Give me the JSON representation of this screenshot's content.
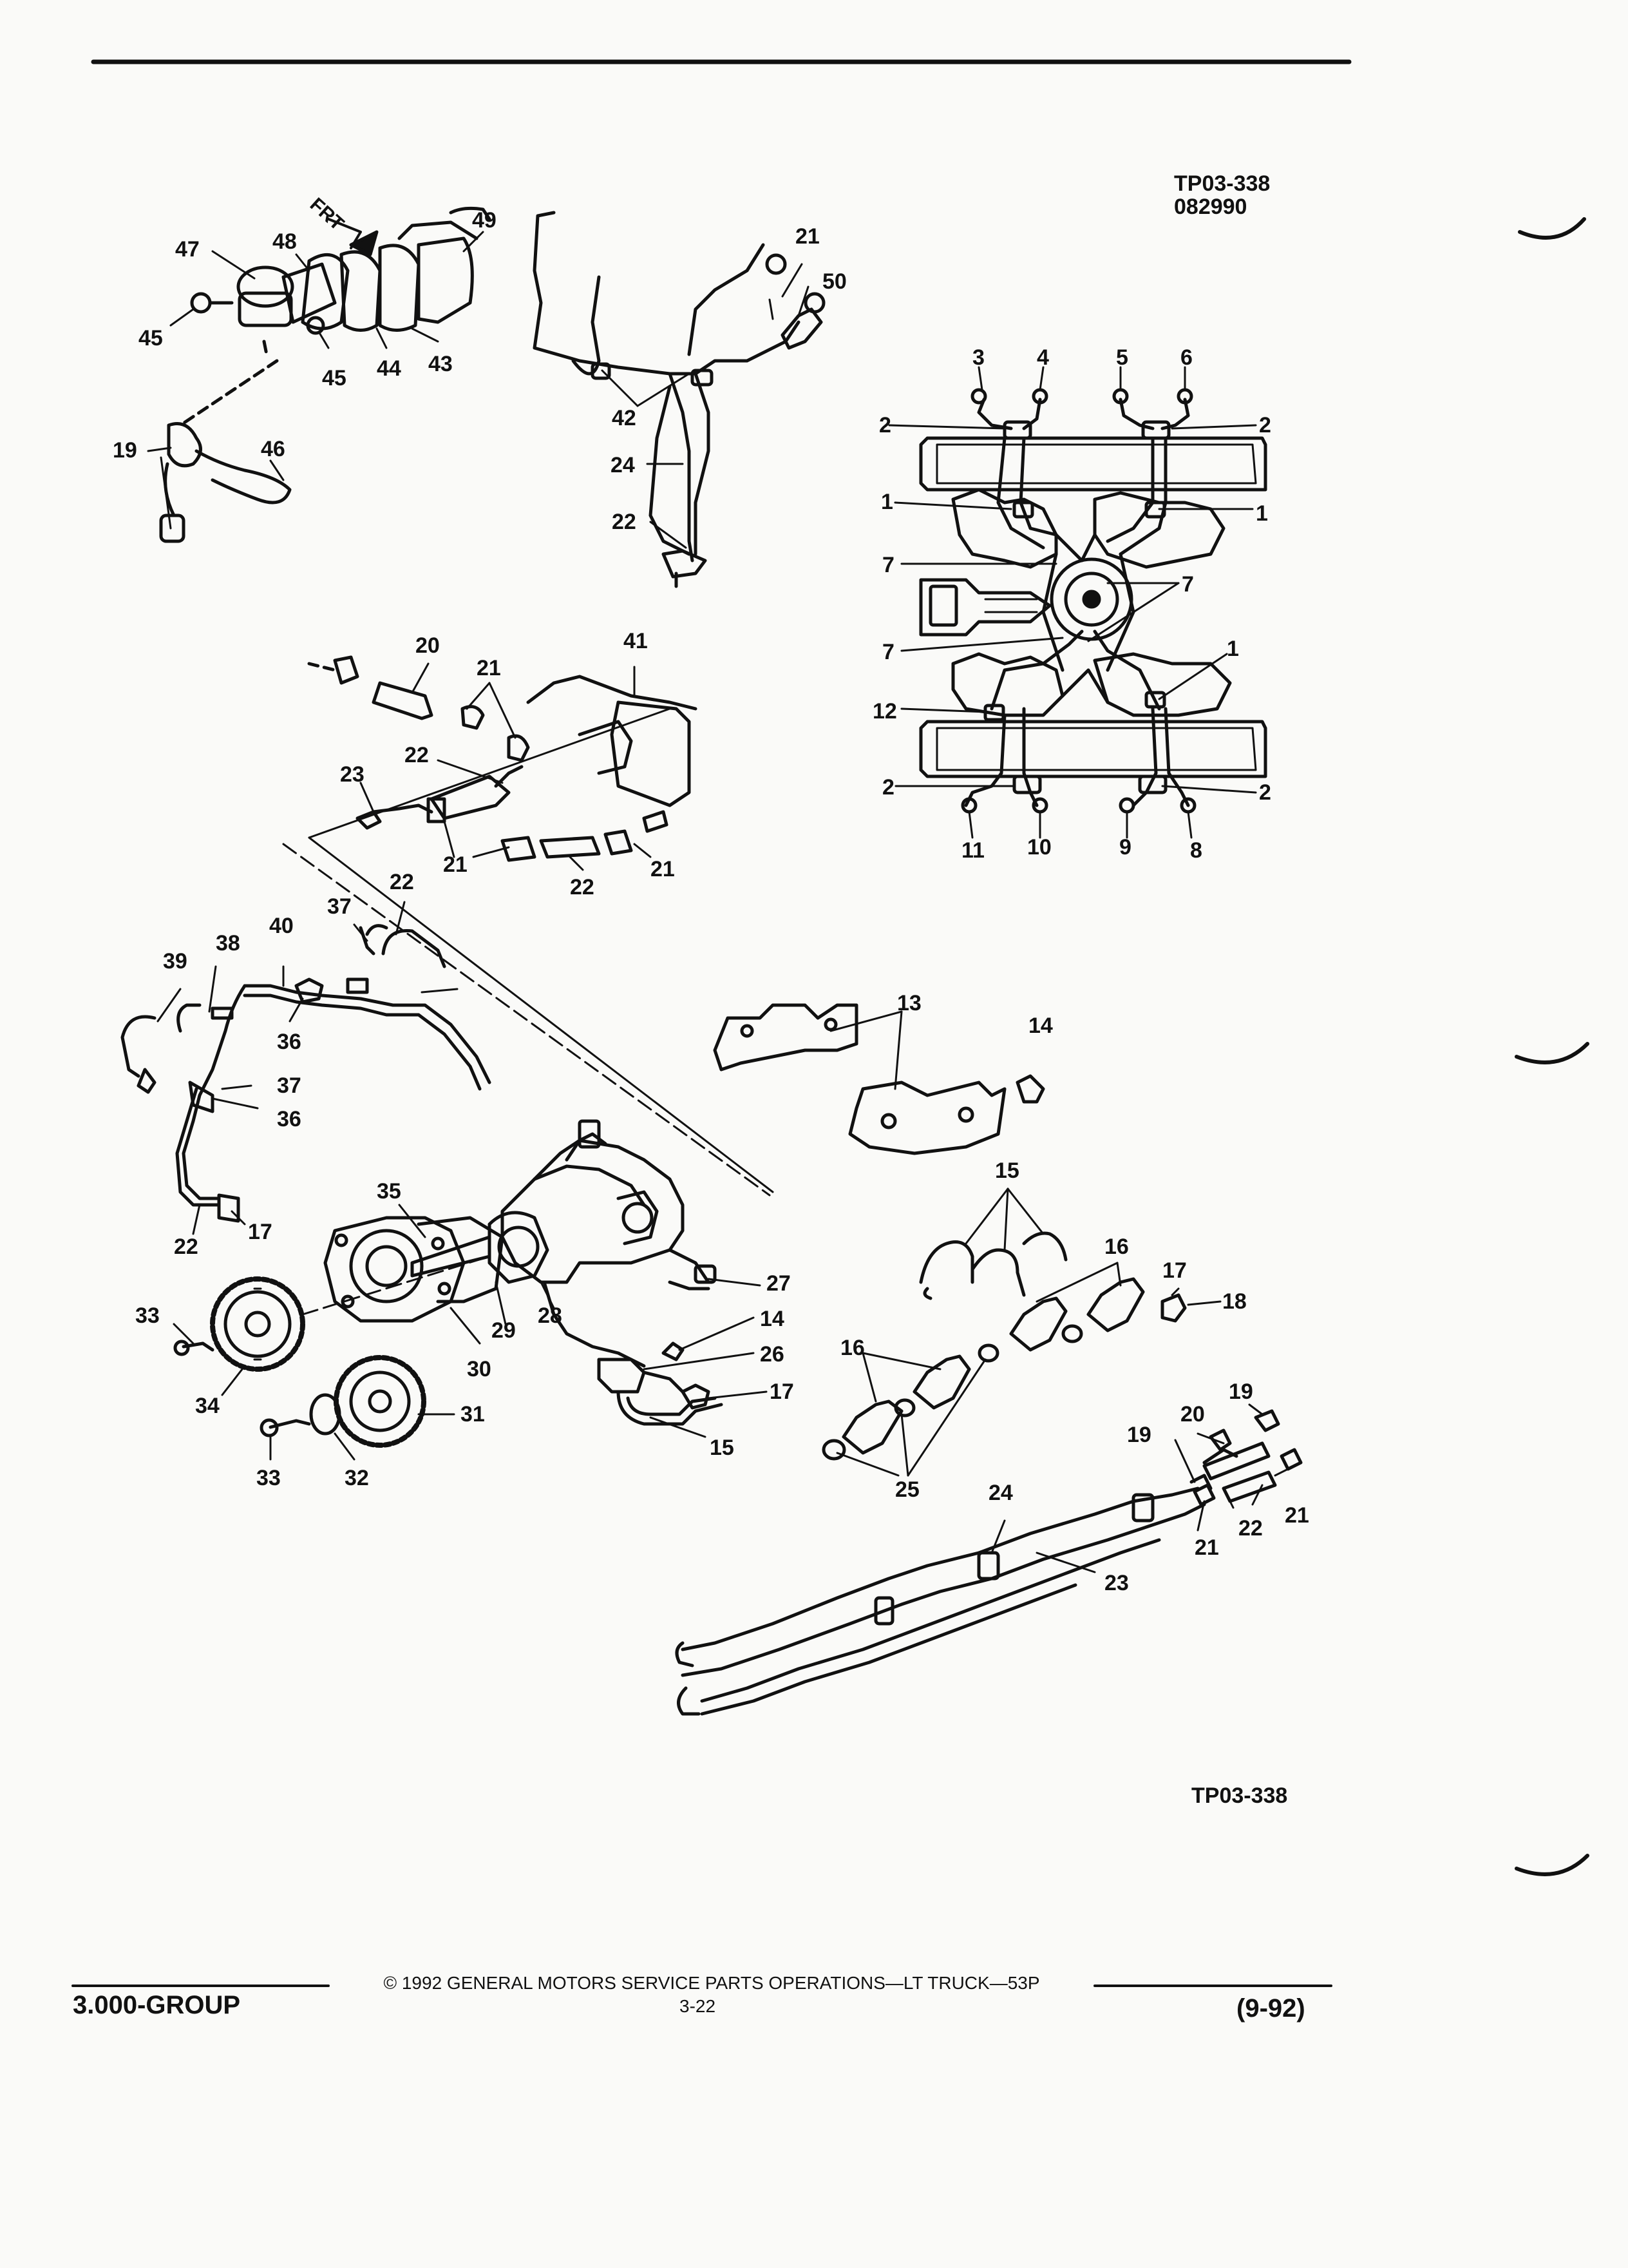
{
  "header": {
    "figure_code": "TP03-338",
    "figure_date": "082990"
  },
  "diagram": {
    "direction_label": "FRT",
    "callouts": [
      {
        "id": "c47",
        "text": "47"
      },
      {
        "id": "c48",
        "text": "48"
      },
      {
        "id": "c49",
        "text": "49"
      },
      {
        "id": "c45a",
        "text": "45"
      },
      {
        "id": "c45b",
        "text": "45"
      },
      {
        "id": "c44",
        "text": "44"
      },
      {
        "id": "c43",
        "text": "43"
      },
      {
        "id": "c19a",
        "text": "19"
      },
      {
        "id": "c46",
        "text": "46"
      },
      {
        "id": "c21a",
        "text": "21"
      },
      {
        "id": "c50",
        "text": "50"
      },
      {
        "id": "c42",
        "text": "42"
      },
      {
        "id": "c24a",
        "text": "24"
      },
      {
        "id": "c22a",
        "text": "22"
      },
      {
        "id": "m3",
        "text": "3"
      },
      {
        "id": "m4",
        "text": "4"
      },
      {
        "id": "m5",
        "text": "5"
      },
      {
        "id": "m6",
        "text": "6"
      },
      {
        "id": "m2a",
        "text": "2"
      },
      {
        "id": "m2b",
        "text": "2"
      },
      {
        "id": "m1a",
        "text": "1"
      },
      {
        "id": "m1b",
        "text": "1"
      },
      {
        "id": "m7a",
        "text": "7"
      },
      {
        "id": "m7b",
        "text": "7"
      },
      {
        "id": "m7c",
        "text": "7"
      },
      {
        "id": "m1c",
        "text": "1"
      },
      {
        "id": "m12",
        "text": "12"
      },
      {
        "id": "m2c",
        "text": "2"
      },
      {
        "id": "m2d",
        "text": "2"
      },
      {
        "id": "m11",
        "text": "11"
      },
      {
        "id": "m10",
        "text": "10"
      },
      {
        "id": "m9",
        "text": "9"
      },
      {
        "id": "m8",
        "text": "8"
      },
      {
        "id": "c20a",
        "text": "20"
      },
      {
        "id": "c21b",
        "text": "21"
      },
      {
        "id": "c41",
        "text": "41"
      },
      {
        "id": "c22b",
        "text": "22"
      },
      {
        "id": "c23a",
        "text": "23"
      },
      {
        "id": "c21c",
        "text": "21"
      },
      {
        "id": "c22c",
        "text": "22"
      },
      {
        "id": "c21d",
        "text": "21"
      },
      {
        "id": "c22d",
        "text": "22"
      },
      {
        "id": "c37a",
        "text": "37"
      },
      {
        "id": "c40",
        "text": "40"
      },
      {
        "id": "c38",
        "text": "38"
      },
      {
        "id": "c39",
        "text": "39"
      },
      {
        "id": "c36a",
        "text": "36"
      },
      {
        "id": "c37b",
        "text": "37"
      },
      {
        "id": "c36b",
        "text": "36"
      },
      {
        "id": "c22e",
        "text": "22"
      },
      {
        "id": "c17a",
        "text": "17"
      },
      {
        "id": "c13",
        "text": "13"
      },
      {
        "id": "c14a",
        "text": "14"
      },
      {
        "id": "c35",
        "text": "35"
      },
      {
        "id": "c27",
        "text": "27"
      },
      {
        "id": "c14b",
        "text": "14"
      },
      {
        "id": "c26",
        "text": "26"
      },
      {
        "id": "c17b",
        "text": "17"
      },
      {
        "id": "c15a",
        "text": "15"
      },
      {
        "id": "c33a",
        "text": "33"
      },
      {
        "id": "c28",
        "text": "28"
      },
      {
        "id": "c29",
        "text": "29"
      },
      {
        "id": "c30",
        "text": "30"
      },
      {
        "id": "c34",
        "text": "34"
      },
      {
        "id": "c31",
        "text": "31"
      },
      {
        "id": "c33b",
        "text": "33"
      },
      {
        "id": "c32",
        "text": "32"
      },
      {
        "id": "c15b",
        "text": "15"
      },
      {
        "id": "c16a",
        "text": "16"
      },
      {
        "id": "c17c",
        "text": "17"
      },
      {
        "id": "c18",
        "text": "18"
      },
      {
        "id": "c16b",
        "text": "16"
      },
      {
        "id": "c19b",
        "text": "19"
      },
      {
        "id": "c20b",
        "text": "20"
      },
      {
        "id": "c19c",
        "text": "19"
      },
      {
        "id": "c25",
        "text": "25"
      },
      {
        "id": "c24b",
        "text": "24"
      },
      {
        "id": "c22f",
        "text": "22"
      },
      {
        "id": "c21e",
        "text": "21"
      },
      {
        "id": "c21f",
        "text": "21"
      },
      {
        "id": "c23b",
        "text": "23"
      }
    ],
    "bottom_code": "TP03-338"
  },
  "footer": {
    "copyright": "© 1992 GENERAL MOTORS SERVICE PARTS OPERATIONS—LT TRUCK—53P",
    "group": "3.000-GROUP",
    "page": "3-22",
    "date": "(9-92)"
  }
}
